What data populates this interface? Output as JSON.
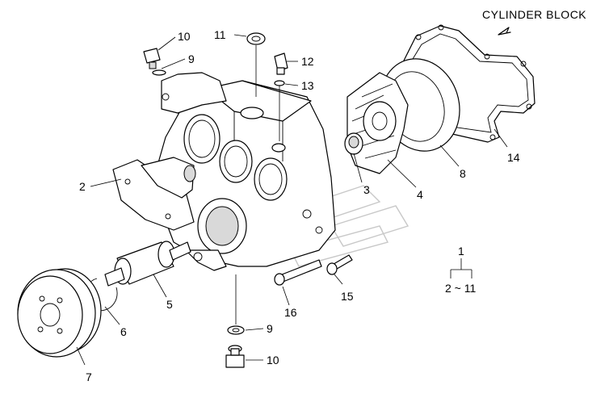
{
  "caption": "CYLINDER BLOCK",
  "assembly": {
    "number": "1",
    "range": "2 ~ 11"
  },
  "callouts": [
    "2",
    "3",
    "4",
    "5",
    "6",
    "7",
    "8",
    "9",
    "9",
    "10",
    "10",
    "11",
    "12",
    "13",
    "14",
    "15",
    "16"
  ],
  "icons": [
    "arrow-to-cylinder-block-icon"
  ]
}
